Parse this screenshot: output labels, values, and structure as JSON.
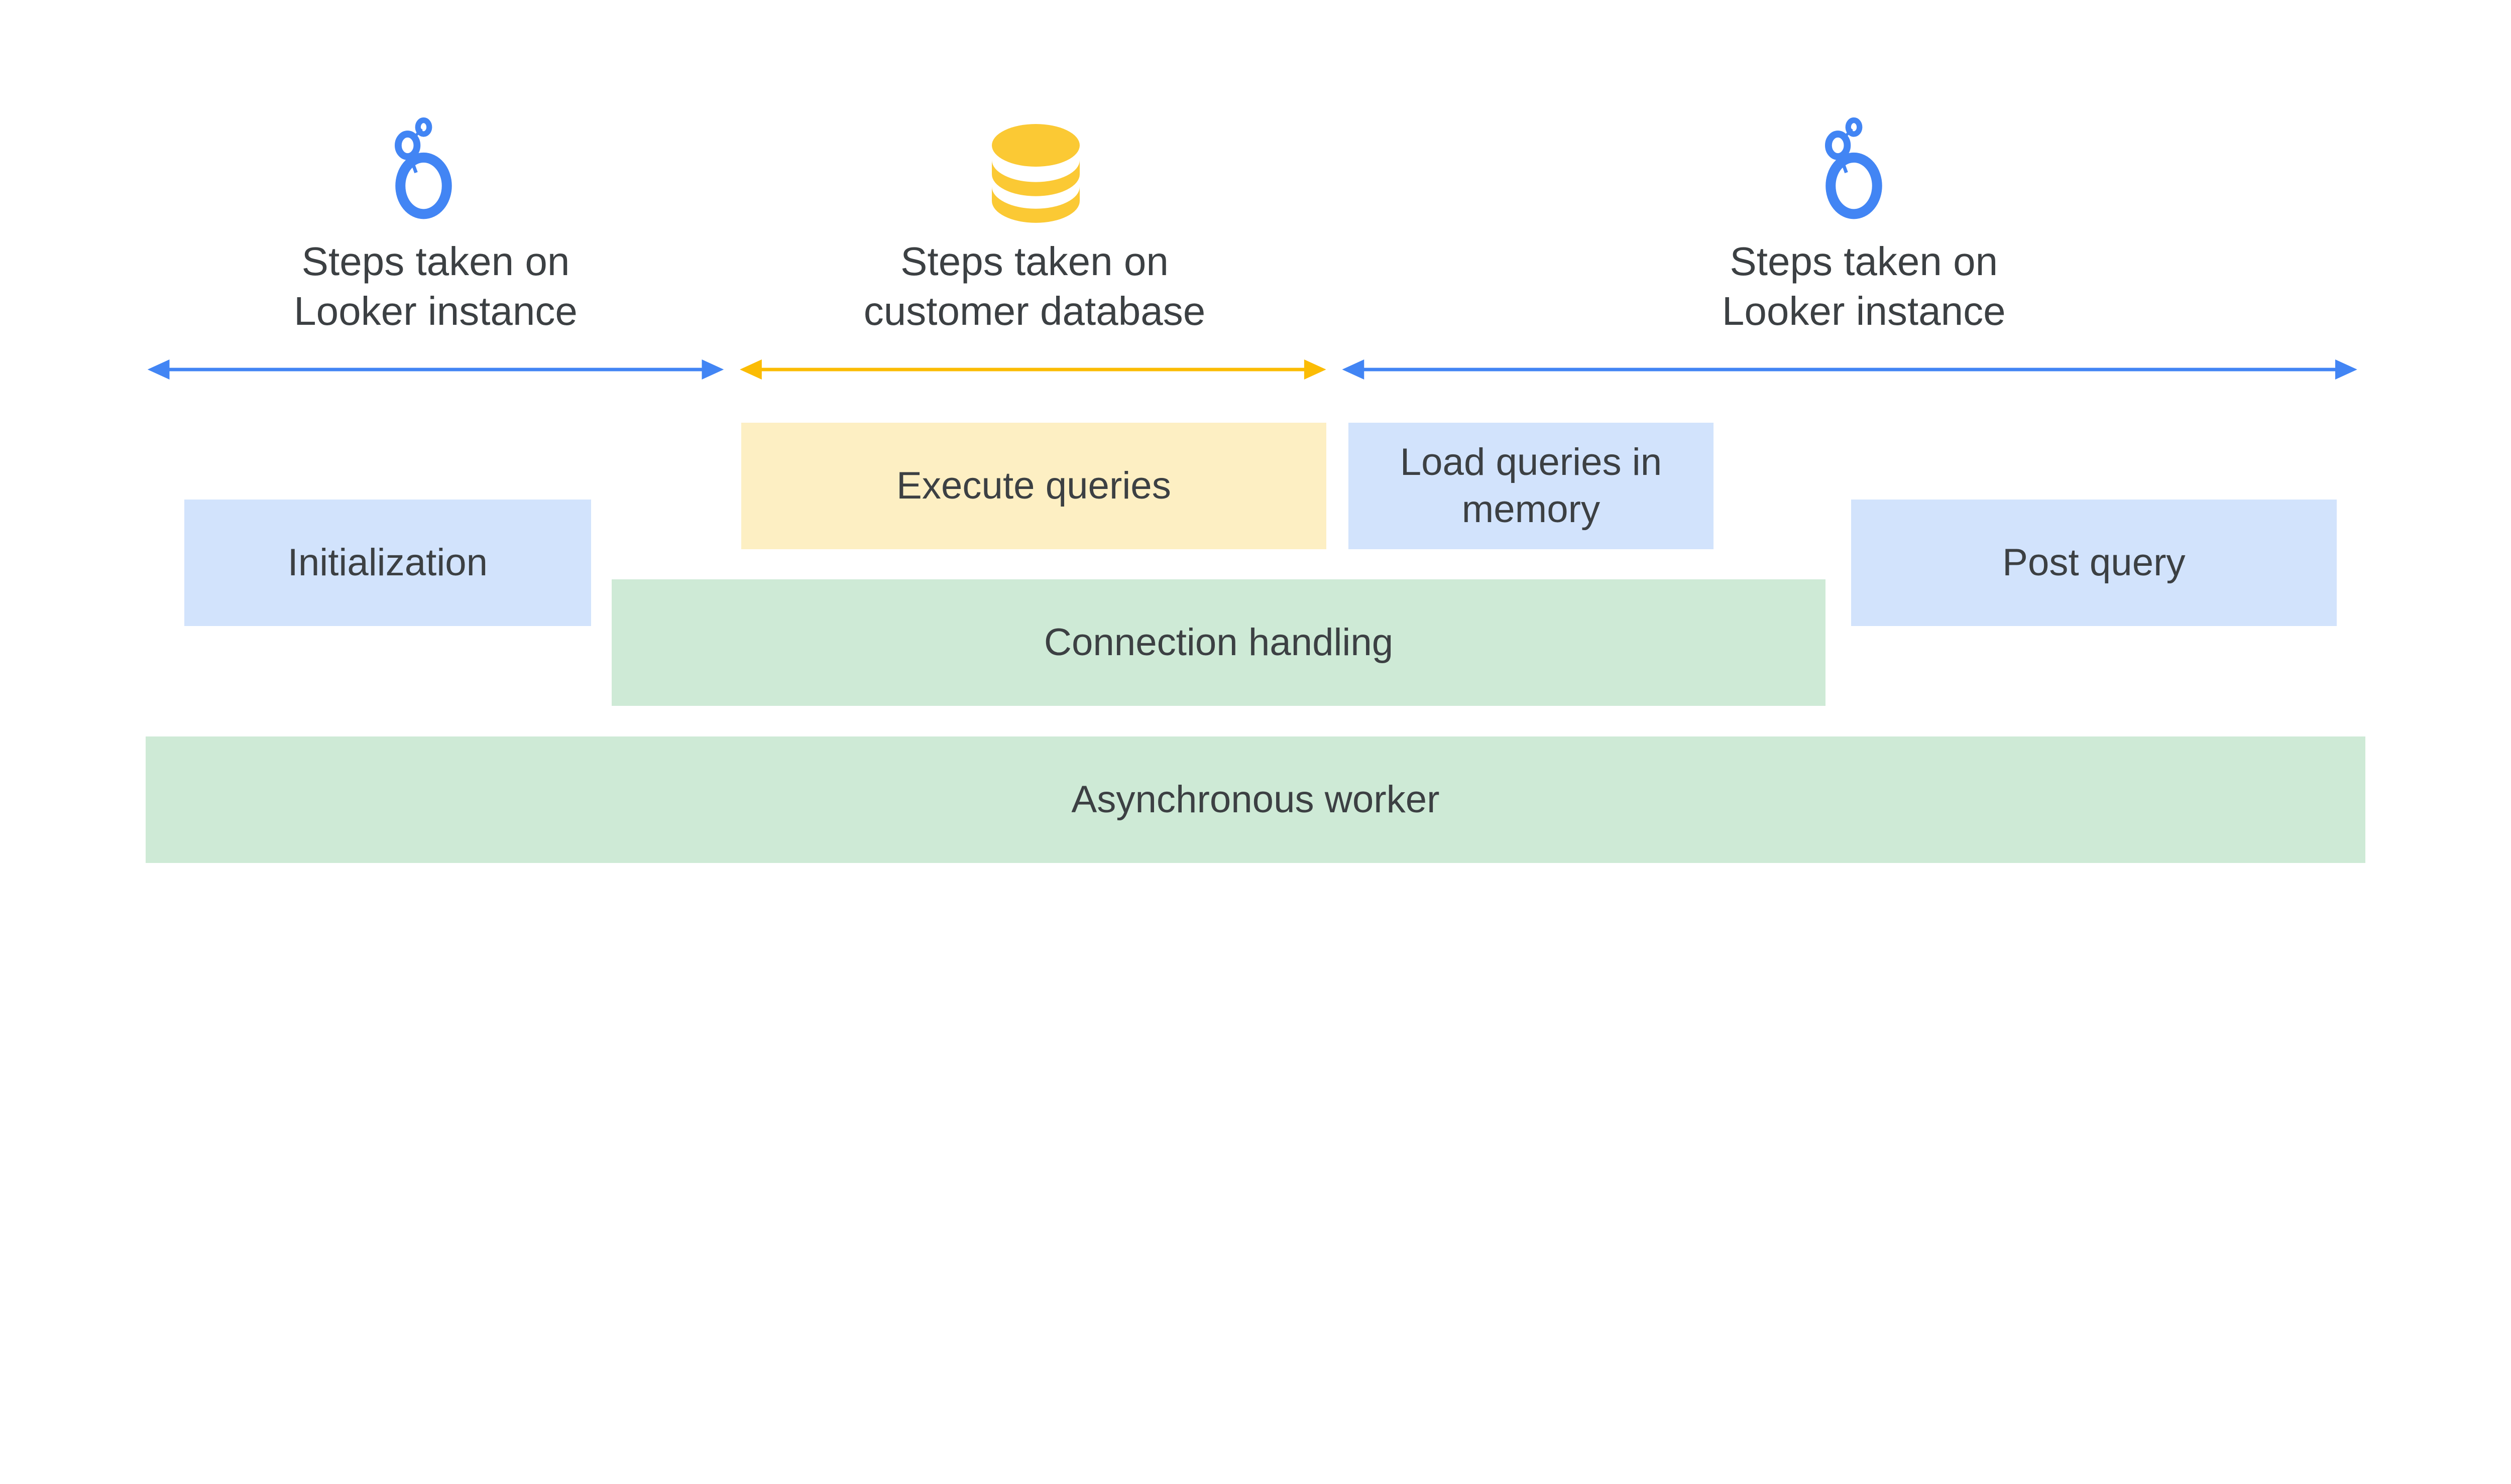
{
  "colors": {
    "looker_blue": "#4285f4",
    "database_yellow": "#fbc934",
    "arrow_blue": "#4285f4",
    "arrow_yellow": "#fbbc04",
    "box_blue": "#d2e3fc",
    "box_yellow": "#fdefc3",
    "box_green": "#ceead6",
    "text": "#3c4043"
  },
  "sections": [
    {
      "icon": "looker-logo-icon",
      "line1": "Steps taken on",
      "line2": "Looker instance"
    },
    {
      "icon": "database-icon",
      "line1": "Steps taken on",
      "line2": "customer database"
    },
    {
      "icon": "looker-logo-icon",
      "line1": "Steps taken on",
      "line2": "Looker instance"
    }
  ],
  "boxes": {
    "initialization": "Initialization",
    "execute_queries": "Execute queries",
    "load_queries": "Load queries in memory",
    "post_query": "Post query",
    "connection_handling": "Connection handling",
    "asynchronous_worker": "Asynchronous worker"
  }
}
